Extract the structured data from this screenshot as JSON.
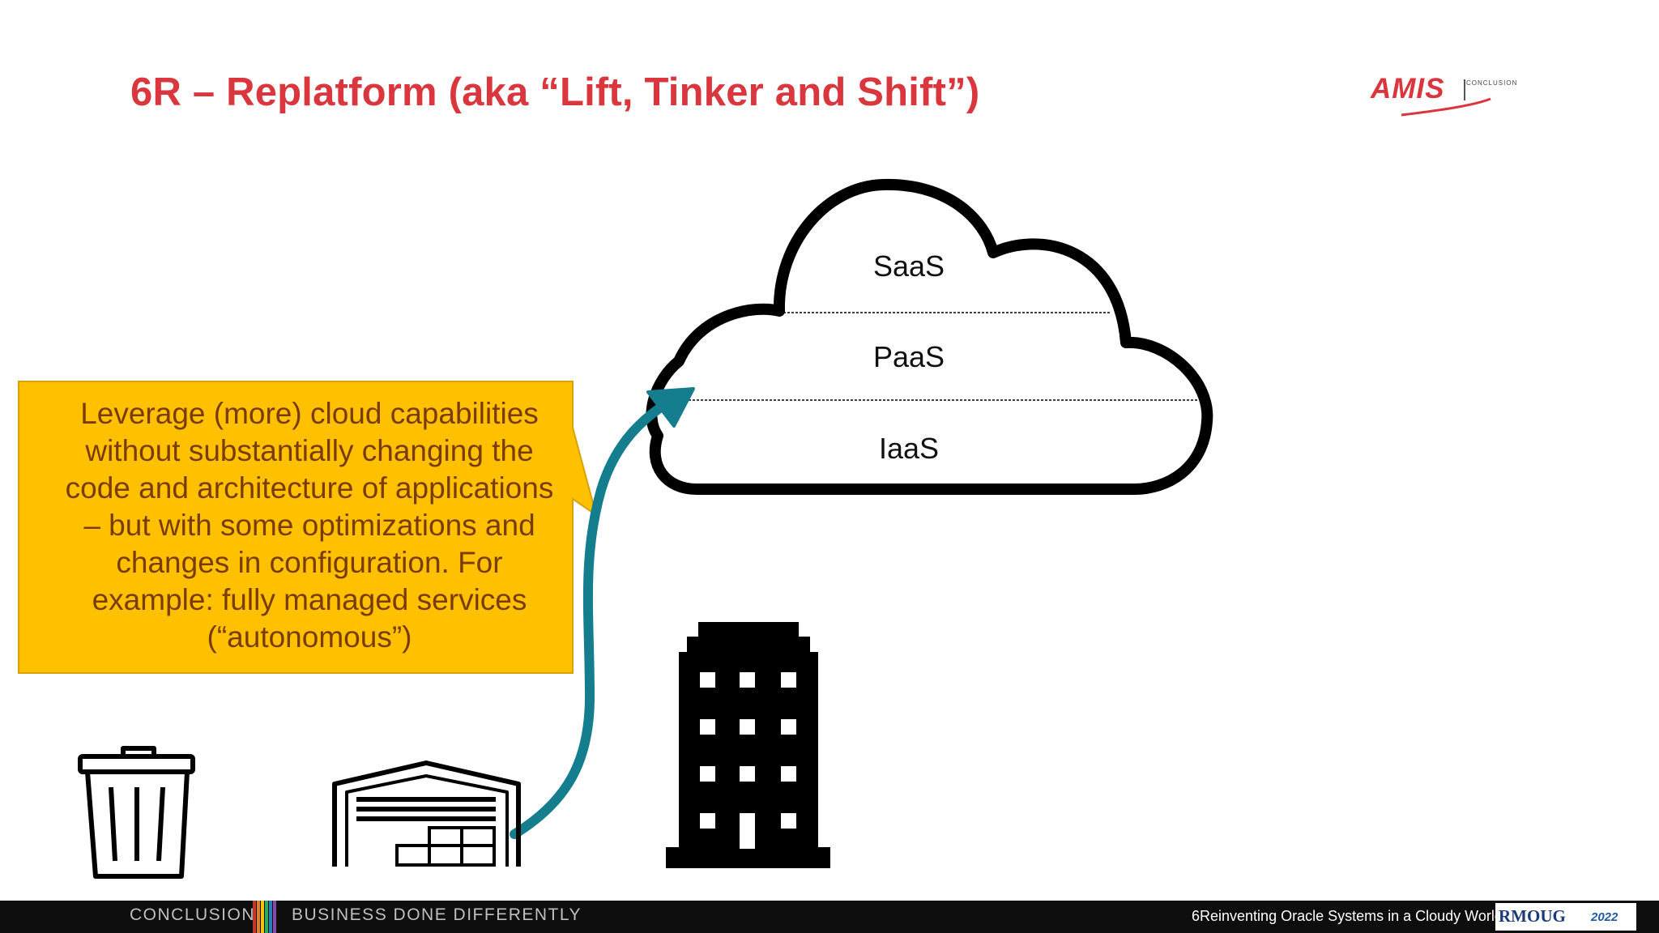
{
  "slide": {
    "title": "6R – Replatform (aka “Lift, Tinker and Shift”)"
  },
  "logo": {
    "name": "AMIS",
    "tagline": "CONCLUSION"
  },
  "callout": {
    "lines": [
      "Leverage (more) cloud capabilities",
      "without substantially changing the",
      "code and architecture of applications",
      "– but with some optimizations and",
      "changes in configuration. For",
      "example: fully managed services",
      "(“autonomous”)"
    ],
    "color": "#ffc000"
  },
  "cloud": {
    "layers": [
      "SaaS",
      "PaaS",
      "IaaS"
    ]
  },
  "icons": [
    "trash-can-icon",
    "warehouse-icon",
    "office-building-icon",
    "cloud-icon",
    "migration-arrow-icon"
  ],
  "colors": {
    "accent": "#d9363e",
    "arrow": "#147d8e",
    "callout_text": "#7a3c05"
  },
  "footer": {
    "nav_left": "CONCLUSION",
    "nav_right": "BUSINESS DONE DIFFERENTLY",
    "slide_number": "6",
    "presentation_title": "Reinventing Oracle Systems in a Cloudy World",
    "event_logo": "RMOUG",
    "event_year": "2022"
  }
}
